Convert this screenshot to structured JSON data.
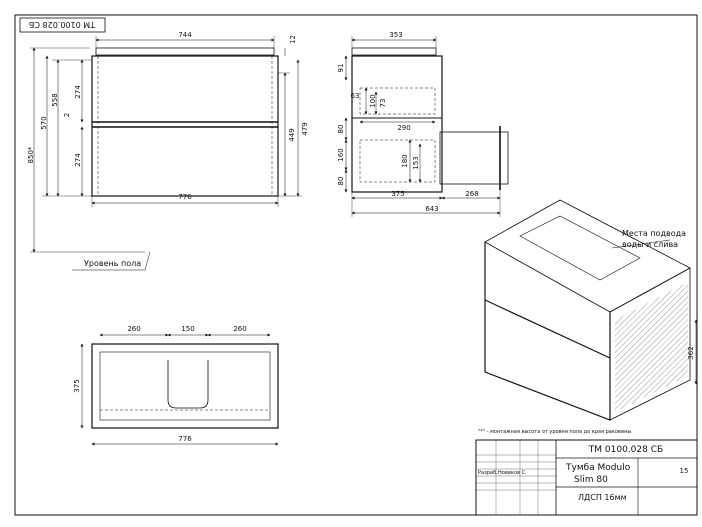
{
  "drawing": {
    "code": "ТМ 0100.028 СБ",
    "code_rotated": "ТМ 0100.028 СБ",
    "floor_label": "Уровень пола",
    "water_label_line1": "Места подвода",
    "water_label_line2": "воды и слива",
    "footnote": "\"*\" - монтажная высота от уровня пола до края раковины"
  },
  "front_view": {
    "width_top": "744",
    "width_bottom": "776",
    "top_thickness": "12",
    "total_height": "850*",
    "body_height": "570",
    "inner_height": "558",
    "drawer_top": "274",
    "gap": "2",
    "drawer_bottom": "274",
    "right_449": "449",
    "right_479": "479"
  },
  "side_view": {
    "depth_top": "353",
    "d91": "91",
    "d63": "63",
    "d100": "100",
    "d73": "73",
    "d80a": "80",
    "d290": "290",
    "d160": "160",
    "d180": "180",
    "d153": "153",
    "d80b": "80",
    "d375": "375",
    "d268": "268",
    "d643": "643"
  },
  "top_view": {
    "w260a": "260",
    "w150": "150",
    "w260b": "260",
    "depth": "375",
    "width": "776"
  },
  "iso_view": {
    "height": "362"
  },
  "title_block": {
    "code": "ТМ 0100.028 СБ",
    "name_line1": "Тумба Modulo",
    "name_line2": "Slim 80",
    "material": "ЛДСП 16мм",
    "sheet": "15",
    "row_label_1": "Разраб.",
    "row_label_2": "Новиков С."
  }
}
